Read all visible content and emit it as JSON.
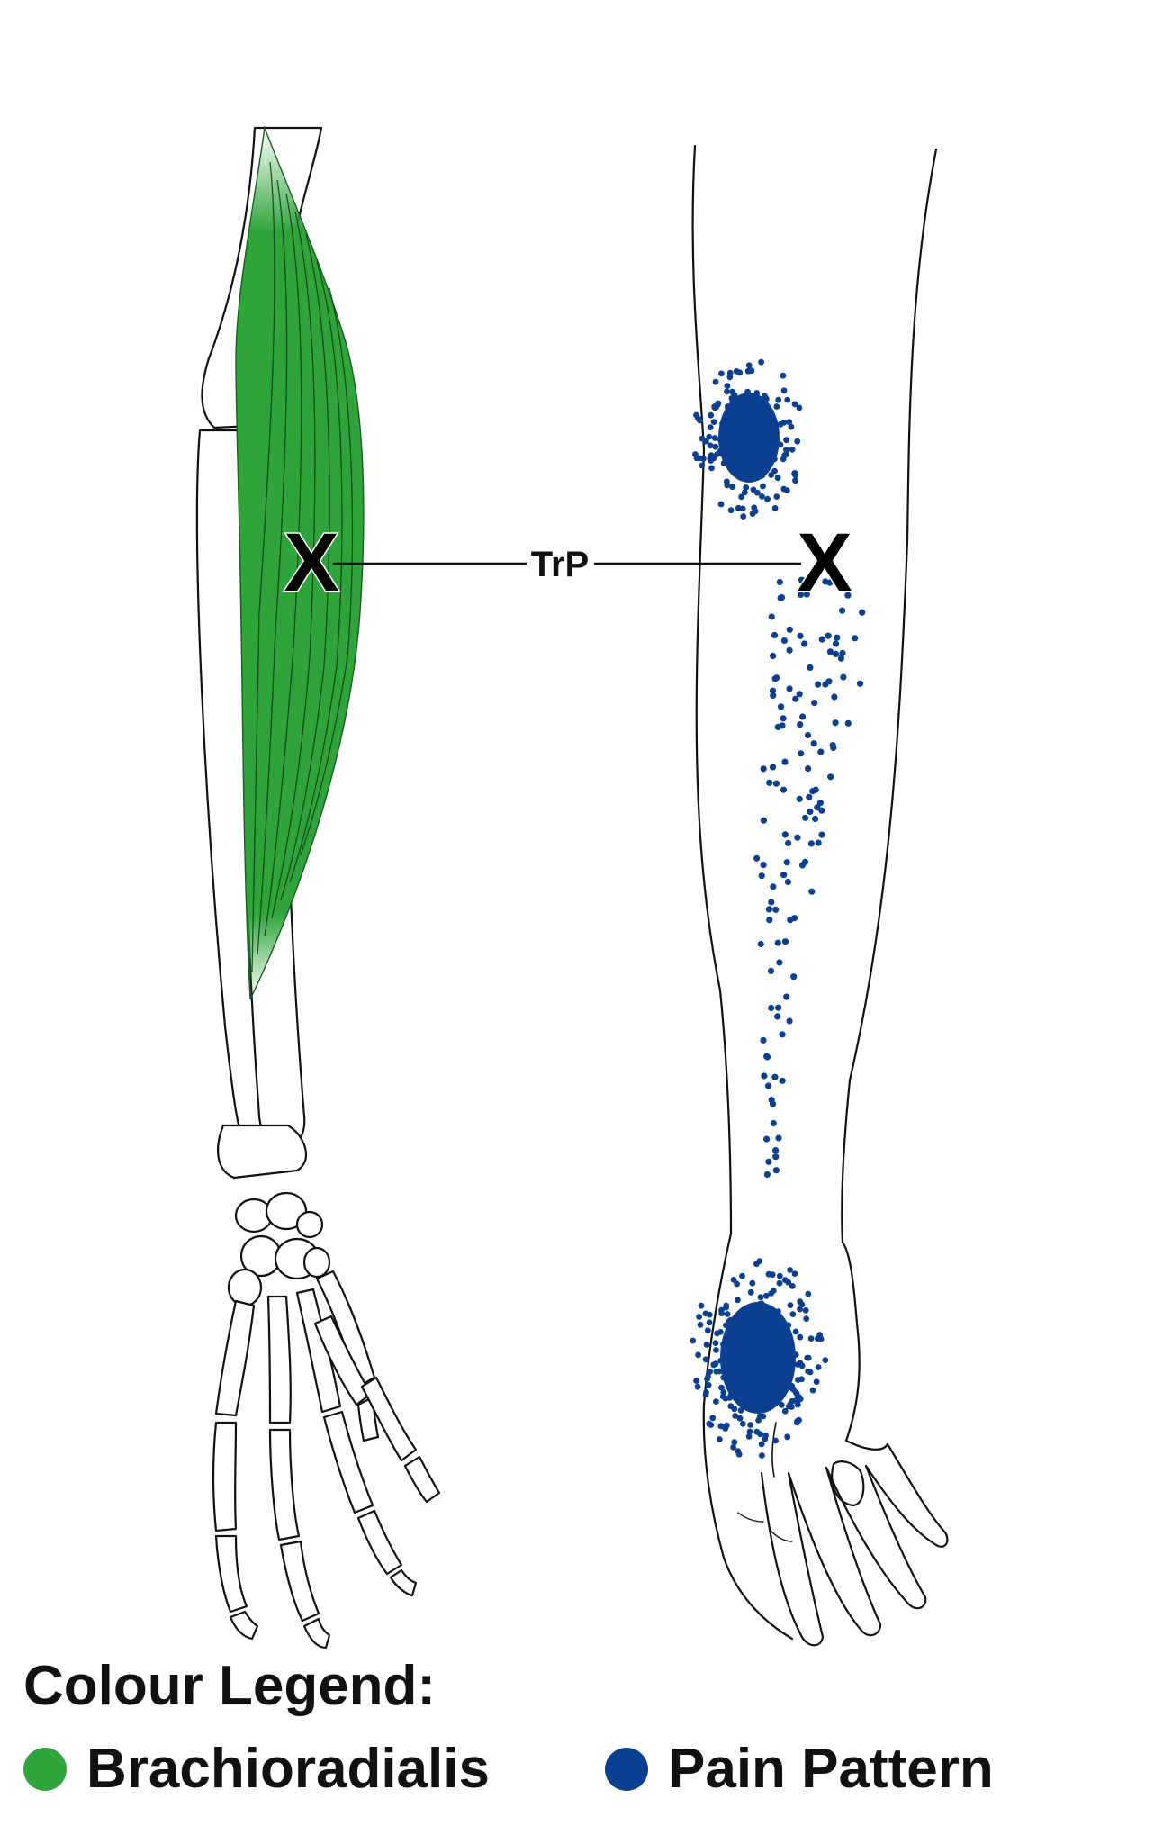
{
  "trigger_point_label": "TrP",
  "trigger_marker": "X",
  "legend": {
    "title": "Colour Legend:",
    "items": [
      {
        "label": "Brachioradialis",
        "color": "#2ea43a"
      },
      {
        "label": "Pain Pattern",
        "color": "#0b3f91"
      }
    ]
  },
  "colors": {
    "muscle": "#2ea43a",
    "pain": "#0b3f91",
    "outline": "#111111"
  }
}
